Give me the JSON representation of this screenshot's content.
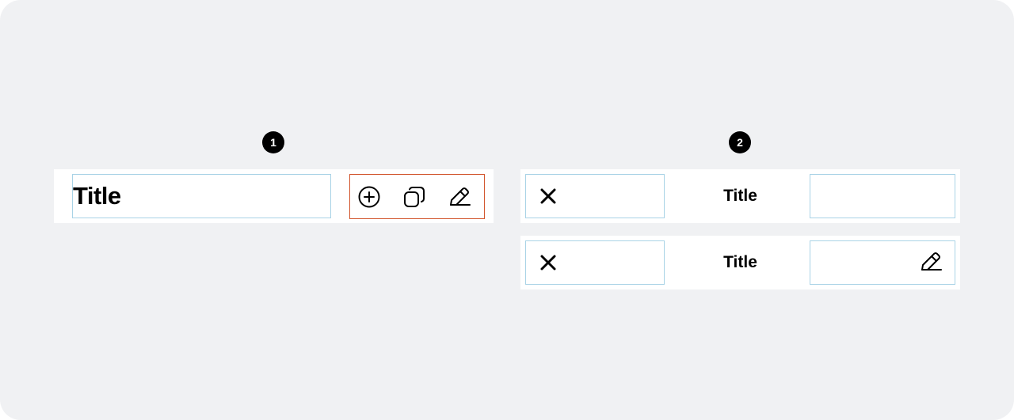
{
  "markers": [
    "1",
    "2"
  ],
  "variant_1": {
    "title": "Title",
    "actions": [
      "plus-circle-icon",
      "copy-icon",
      "edit-pencil-icon"
    ]
  },
  "variant_2_a": {
    "title": "Title",
    "leading_icon": "close-icon"
  },
  "variant_2_b": {
    "title": "Title",
    "leading_icon": "close-icon",
    "trailing_icon": "edit-pencil-icon"
  },
  "colors": {
    "canvas": "#f0f1f3",
    "bar": "#ffffff",
    "slot_outline": "#a9d3e6",
    "actions_outline": "#d2562e",
    "marker": "#000000"
  }
}
